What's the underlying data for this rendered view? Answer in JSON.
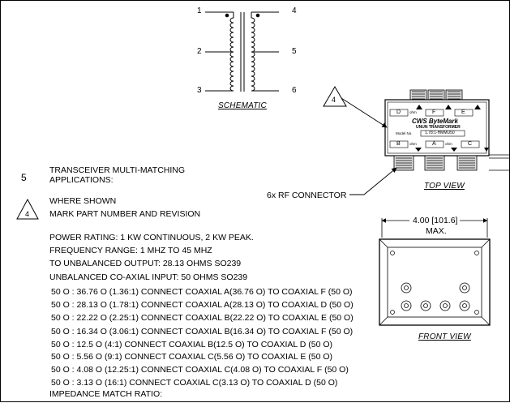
{
  "schematic": {
    "caption": "SCHEMATIC",
    "pins": [
      "1",
      "2",
      "3",
      "4",
      "5",
      "6"
    ]
  },
  "top_view": {
    "caption": "TOP VIEW",
    "brand": "CWS  ByteMark",
    "model_label": "Model No.",
    "model_number": "1.78:1-HMMU50",
    "subtitle": "UNUN TRANSFORMER",
    "top_ports": [
      "D",
      "F",
      "E"
    ],
    "bottom_ports": [
      "B",
      "A",
      "C"
    ],
    "port_suffix": "ohm",
    "callout_number": "4",
    "connector_label": "6x RF CONNECTOR"
  },
  "front_view": {
    "caption": "FRONT VIEW",
    "dimension": "4.00 [101.6]",
    "dimension_note": "MAX."
  },
  "notes": {
    "item5_number": "5",
    "item5_line1": "TRANSCEIVER MULTI-MATCHING",
    "item5_line2": "APPLICATIONS:",
    "item4_number": "4",
    "item4_line1": "WHERE SHOWN",
    "item4_line2": "MARK PART NUMBER AND REVISION",
    "specs": [
      "POWER RATING: 1 KW CONTINUOUS, 2 KW PEAK.",
      "FREQUENCY RANGE: 1 MHZ TO 45 MHZ",
      "TO UNBALANCED OUTPUT: 28.13 OHMS SO239",
      "UNBALANCED CO-AXIAL INPUT: 50 OHMS SO239"
    ],
    "ratios": [
      "50  O : 36.76 O (1.36:1) CONNECT COAXIAL A(36.76 O) TO COAXIAL F (50 O)",
      "50  O : 28.13 O (1.78:1) CONNECT COAXIAL A(28.13 O) TO COAXIAL D (50 O)",
      "50  O : 22.22 O (2.25:1) CONNECT COAXIAL B(22.22 O) TO COAXIAL E (50 O)",
      "50  O : 16.34 O (3.06:1) CONNECT COAXIAL B(16.34 O) TO COAXIAL F (50 O)",
      "50  O : 12.5 O (4:1) CONNECT COAXIAL B(12.5 O) TO COAXIAL D (50 O)",
      "50  O : 5.56 O (9:1) CONNECT COAXIAL C(5.56 O) TO COAXIAL E (50 O)",
      "50  O : 4.08 O (12.25:1) CONNECT COAXIAL C(4.08 O) TO COAXIAL F (50 O)",
      "50  O : 3.13 O (16:1) CONNECT COAXIAL C(3.13 O) TO COAXIAL D (50 O)"
    ],
    "footer": "IMPEDANCE MATCH RATIO:"
  }
}
